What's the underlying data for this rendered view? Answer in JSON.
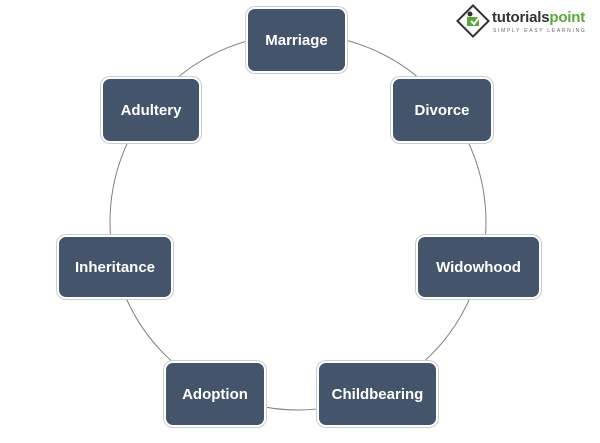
{
  "logo": {
    "brand": "tutorialspoint",
    "tagline": "SIMPLY EASY LEARNING"
  },
  "nodes": [
    "Marriage",
    "Divorce",
    "Widowhood",
    "Childbearing",
    "Adoption",
    "Inheritance",
    "Adultery"
  ],
  "colors": {
    "node_fill": "#44546a",
    "ring": "#7f7f7f"
  }
}
